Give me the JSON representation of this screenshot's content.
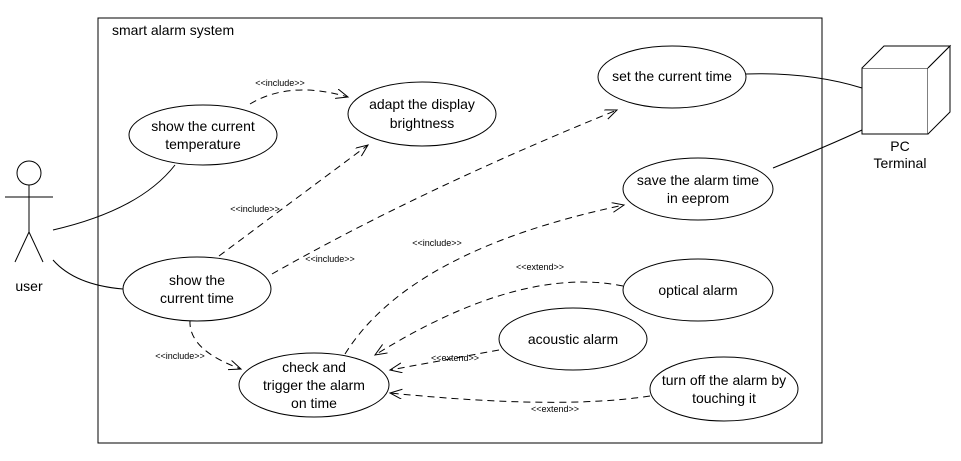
{
  "system": {
    "title": "smart alarm system"
  },
  "actors": {
    "user": "user",
    "pc_line1": "PC",
    "pc_line2": "Terminal"
  },
  "use_cases": {
    "show_temperature": [
      "show the current",
      "temperature"
    ],
    "adapt_display": [
      "adapt the display",
      "brightness"
    ],
    "show_time": [
      "show the",
      "current time"
    ],
    "check_alarm": [
      "check and",
      "trigger the alarm",
      "on time"
    ],
    "set_time": [
      "set the current time"
    ],
    "save_alarm": [
      "save the alarm time",
      "in eeprom"
    ],
    "optical_alarm": [
      "optical alarm"
    ],
    "acoustic_alarm": [
      "acoustic alarm"
    ],
    "turn_off_alarm": [
      "turn off the alarm by",
      "touching it"
    ]
  },
  "relations": {
    "include": "<<include>>",
    "extend": "<<extend>>"
  }
}
